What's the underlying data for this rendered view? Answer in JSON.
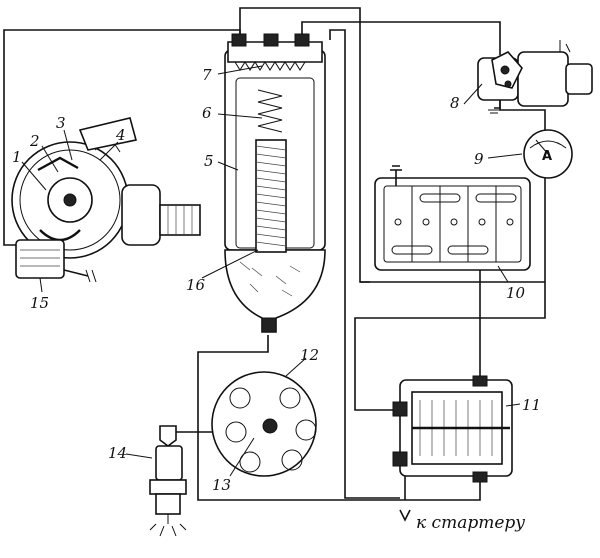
{
  "labels": {
    "l1": "1",
    "l2": "2",
    "l3": "3",
    "l4": "4",
    "l5": "5",
    "l6": "6",
    "l7": "7",
    "l8": "8",
    "l9": "9",
    "l10": "10",
    "l11": "11",
    "l12": "12",
    "l13": "13",
    "l14": "14",
    "l15": "15",
    "l16": "16"
  },
  "ammeter_symbol": "A",
  "starter_caption": "к стартеру"
}
